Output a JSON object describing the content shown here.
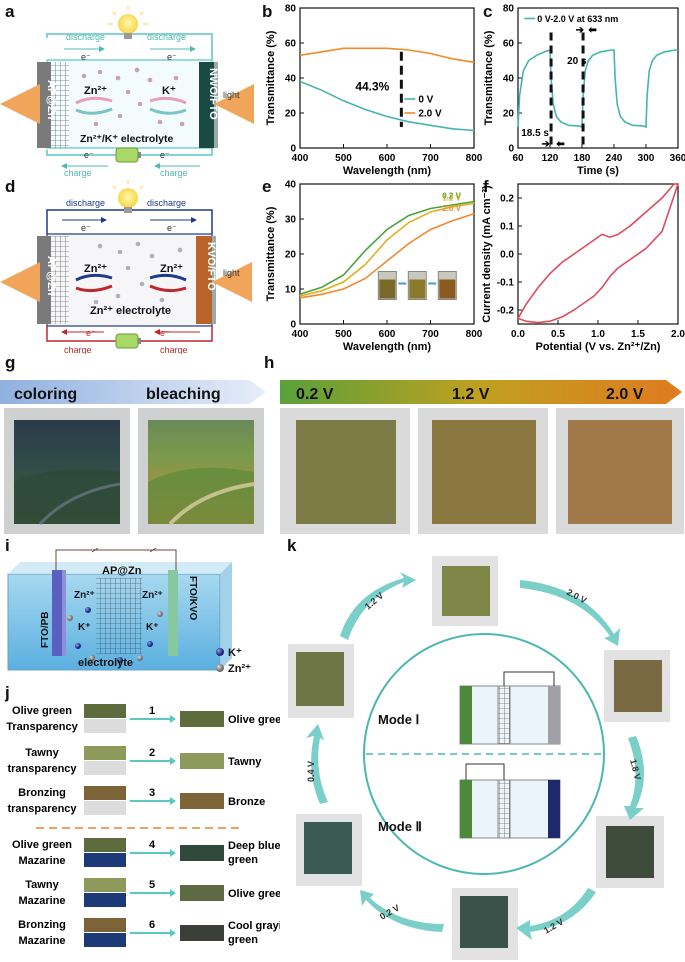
{
  "panel_labels": {
    "a": "a",
    "b": "b",
    "c": "c",
    "d": "d",
    "e": "e",
    "f": "f",
    "g": "g",
    "h": "h",
    "i": "i",
    "j": "j",
    "k": "k"
  },
  "panel_a": {
    "discharge_left": "discharge",
    "discharge_right": "discharge",
    "electron_left": "e⁻",
    "electron_right": "e⁻",
    "left_electrode": "AP@Zn",
    "right_electrode": "NWO/FTO",
    "ion_left": "Zn²⁺",
    "ion_right": "K⁺",
    "light": "light",
    "electrolyte": "Zn²⁺/K⁺ electrolyte",
    "electron_bottom_left": "e⁻",
    "electron_bottom_right": "e⁻",
    "charge_left": "charge",
    "charge_right": "charge",
    "colors": {
      "discharge": "#4fb8b0",
      "frame": "#58c4c8"
    }
  },
  "panel_d": {
    "discharge_left": "discharge",
    "discharge_right": "discharge",
    "electron_left": "e⁻",
    "electron_right": "e⁻",
    "left_electrode": "AP@Zn",
    "right_electrode": "KVO/FTO",
    "ion_left": "Zn²⁺",
    "ion_right": "Zn²⁺",
    "light": "light",
    "electrolyte": "Zn²⁺ electrolyte",
    "electron_bottom_left": "e⁻",
    "electron_bottom_right": "e⁻",
    "charge_left": "charge",
    "charge_right": "charge",
    "colors": {
      "discharge": "#1f3a8c",
      "charge": "#c0262c"
    }
  },
  "chart_data": [
    {
      "id": "b",
      "type": "line",
      "xlabel": "Wavelength (nm)",
      "ylabel": "Transmittance (%)",
      "xlim": [
        400,
        800
      ],
      "ylim": [
        0,
        80
      ],
      "xticks": [
        400,
        500,
        600,
        700,
        800
      ],
      "yticks": [
        0,
        20,
        40,
        60,
        80
      ],
      "annotation": "44.3%",
      "series": [
        {
          "name": "0 V",
          "color": "#45b5ad",
          "x": [
            400,
            450,
            500,
            550,
            600,
            650,
            700,
            750,
            800
          ],
          "y": [
            38,
            33,
            27,
            22,
            18,
            15,
            13,
            11,
            10
          ]
        },
        {
          "name": "2.0 V",
          "color": "#f28c28",
          "x": [
            400,
            450,
            500,
            550,
            600,
            650,
            700,
            750,
            800
          ],
          "y": [
            53,
            55,
            57,
            57,
            57,
            56,
            54,
            51,
            49
          ]
        }
      ]
    },
    {
      "id": "c",
      "type": "line",
      "xlabel": "Time (s)",
      "ylabel": "Transmittance (%)",
      "xlim": [
        60,
        360
      ],
      "ylim": [
        0,
        80
      ],
      "xticks": [
        60,
        120,
        180,
        240,
        300,
        360
      ],
      "yticks": [
        0,
        20,
        40,
        60,
        80
      ],
      "legend": "0 V-2.0 V at 633 nm",
      "annotations": [
        "18.5 s",
        "20 s"
      ],
      "series": [
        {
          "name": "0 V-2.0 V at 633 nm",
          "color": "#45b5ad",
          "x": [
            60,
            63,
            70,
            80,
            95,
            110,
            120,
            122,
            126,
            132,
            140,
            155,
            175,
            180,
            182,
            186,
            192,
            200,
            215,
            235,
            240,
            242,
            246,
            252,
            260,
            275,
            295,
            300,
            302,
            306,
            312,
            320,
            335,
            355,
            360
          ],
          "y": [
            12,
            30,
            44,
            50,
            53,
            55,
            56,
            40,
            25,
            18,
            15,
            13,
            12.5,
            12,
            30,
            44,
            50,
            53,
            55,
            56,
            56,
            40,
            25,
            18,
            15,
            13,
            12.5,
            12,
            30,
            44,
            50,
            53,
            55,
            56,
            56
          ]
        }
      ]
    },
    {
      "id": "e",
      "type": "line",
      "xlabel": "Wavelength (nm)",
      "ylabel": "Transmittance (%)",
      "xlim": [
        400,
        800
      ],
      "ylim": [
        0,
        40
      ],
      "xticks": [
        400,
        500,
        600,
        700,
        800
      ],
      "yticks": [
        0,
        10,
        20,
        30,
        40
      ],
      "series": [
        {
          "name": "0.2 V",
          "color": "#4aa23a",
          "x": [
            400,
            450,
            500,
            550,
            600,
            650,
            700,
            750,
            800
          ],
          "y": [
            8.5,
            10.5,
            14,
            21,
            27,
            31,
            33,
            34,
            35
          ]
        },
        {
          "name": "1.2 V",
          "color": "#e0b020",
          "x": [
            400,
            450,
            500,
            550,
            600,
            650,
            700,
            750,
            800
          ],
          "y": [
            8,
            9.5,
            12,
            17,
            24,
            29,
            32,
            33.5,
            34.5
          ]
        },
        {
          "name": "2.0 V",
          "color": "#f08a30",
          "x": [
            400,
            450,
            500,
            550,
            600,
            650,
            700,
            750,
            800
          ],
          "y": [
            7.5,
            8.5,
            10,
            13,
            18,
            23,
            27,
            29.5,
            31.5
          ]
        }
      ]
    },
    {
      "id": "f",
      "type": "line",
      "xlabel": "Potential (V vs. Zn²⁺/Zn)",
      "ylabel": "Current density (mA cm⁻²)",
      "xlim": [
        0,
        2.0
      ],
      "ylim": [
        -0.25,
        0.25
      ],
      "xticks": [
        0.0,
        0.5,
        1.0,
        1.5,
        2.0
      ],
      "yticks": [
        -0.2,
        -0.1,
        0.0,
        0.1,
        0.2
      ],
      "series": [
        {
          "name": "",
          "color": "#e04a5e",
          "x": [
            0.0,
            0.1,
            0.25,
            0.4,
            0.55,
            0.7,
            0.85,
            0.95,
            1.05,
            1.15,
            1.25,
            1.4,
            1.6,
            1.8,
            2.0,
            1.95,
            1.8,
            1.6,
            1.4,
            1.25,
            1.15,
            1.05,
            0.95,
            0.85,
            0.7,
            0.55,
            0.4,
            0.25,
            0.1,
            0.0
          ],
          "y": [
            -0.23,
            -0.24,
            -0.245,
            -0.24,
            -0.225,
            -0.2,
            -0.17,
            -0.15,
            -0.12,
            -0.08,
            -0.05,
            -0.02,
            0.02,
            0.08,
            0.25,
            0.25,
            0.2,
            0.15,
            0.1,
            0.07,
            0.06,
            0.07,
            0.05,
            0.03,
            0.0,
            -0.03,
            -0.07,
            -0.12,
            -0.18,
            -0.23
          ]
        }
      ]
    }
  ],
  "panel_g": {
    "coloring": "coloring",
    "bleaching": "bleaching"
  },
  "panel_h": {
    "v1": "0.2 V",
    "v2": "1.2 V",
    "v3": "2.0 V"
  },
  "panel_i": {
    "left_electrode": "FTO/PB",
    "right_electrode": "FTO/KVO",
    "center": "AP@Zn",
    "ion1": "Zn²⁺",
    "ion2": "Zn²⁺",
    "ion3": "K⁺",
    "ion4": "K⁺",
    "electrolyte": "electrolyte",
    "legend_k": "K⁺",
    "legend_zn": "Zn²⁺"
  },
  "panel_j": {
    "rows": [
      {
        "left1": "Olive green",
        "left2": "Transparency",
        "num": "1",
        "right": "Olive green",
        "c_top": "#5e6b3c",
        "c_bottom": "#dcdcdc",
        "c_out": "#5e6b3c"
      },
      {
        "left1": "Tawny",
        "left2": "transparency",
        "num": "2",
        "right": "Tawny",
        "c_top": "#8e9a5c",
        "c_bottom": "#dcdcdc",
        "c_out": "#8e9a5c"
      },
      {
        "left1": "Bronzing",
        "left2": "transparency",
        "num": "3",
        "right": "Bronze",
        "c_top": "#7d6338",
        "c_bottom": "#dcdcdc",
        "c_out": "#7d6338"
      },
      {
        "left1": "Olive green",
        "left2": "Mazarine",
        "num": "4",
        "right": "Deep blue-",
        "right2": "green",
        "c_top": "#5e6b3c",
        "c_bottom": "#1d3a78",
        "c_out": "#2f4a3a"
      },
      {
        "left1": "Tawny",
        "left2": "Mazarine",
        "num": "5",
        "right": "Olive green",
        "c_top": "#8e9a5c",
        "c_bottom": "#1d3a78",
        "c_out": "#5e6a44"
      },
      {
        "left1": "Bronzing",
        "left2": "Mazarine",
        "num": "6",
        "right": "Cool grayish",
        "right2": "green",
        "c_top": "#7d6338",
        "c_bottom": "#1d3a78",
        "c_out": "#3a4038"
      }
    ]
  },
  "panel_k": {
    "mode1": "Mode Ⅰ",
    "mode2": "Mode Ⅱ",
    "arrows": [
      "1.2 V",
      "2.0 V",
      "1.8 V",
      "1.2 V",
      "0.2 V",
      "0.4 V"
    ]
  }
}
